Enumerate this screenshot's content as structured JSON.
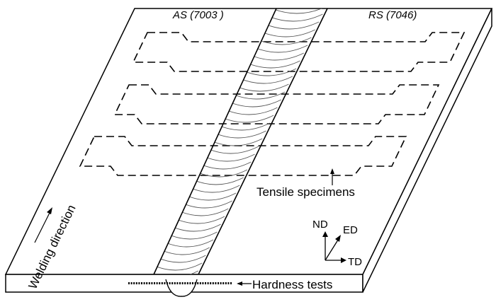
{
  "labels": {
    "as_side": "AS (7003 )",
    "rs_side": "RS (7046)",
    "tensile": "Tensile specimens",
    "hardness": "Hardness tests",
    "welding_direction": "Welding direction",
    "axis_nd": "ND",
    "axis_ed": "ED",
    "axis_td": "TD"
  },
  "colors": {
    "line": "#000000",
    "background": "#ffffff"
  }
}
